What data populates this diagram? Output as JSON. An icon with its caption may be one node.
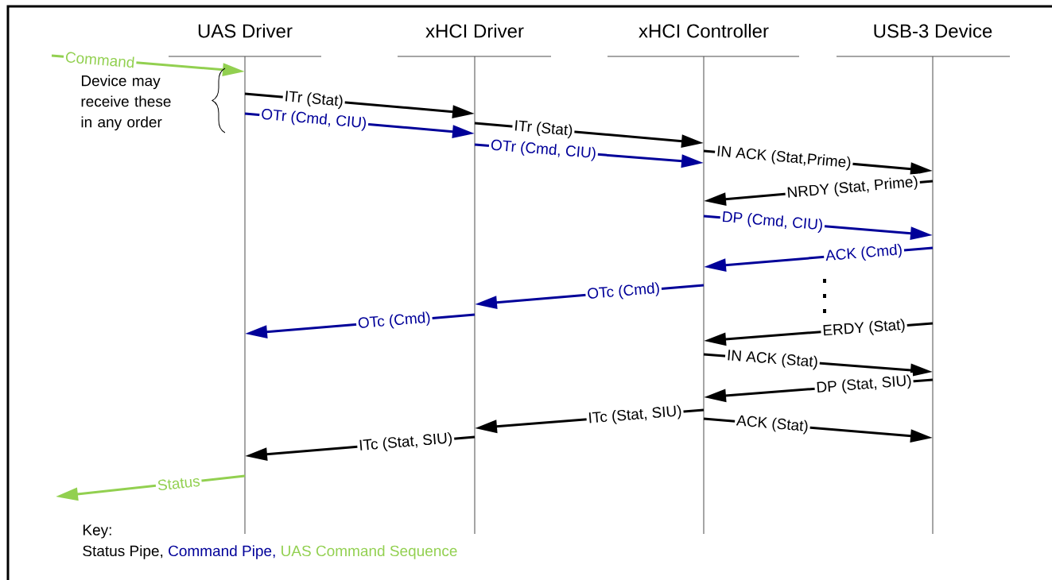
{
  "diagram": {
    "nodes": [
      {
        "text": [
          "UAS Driver"
        ]
      },
      {
        "text": [
          "xHCI Driver"
        ]
      },
      {
        "text": [
          "xHCI Controller"
        ]
      },
      {
        "text": [
          "USB-3 Device"
        ]
      }
    ],
    "edges": [
      {
        "from": null,
        "to": 0,
        "arrow": "to",
        "label": "Command",
        "color": "#92d050"
      },
      {
        "from": 0,
        "to": 1,
        "arrow": "to",
        "label": "ITr (Stat)"
      },
      {
        "from": 0,
        "to": 1,
        "arrow": "to",
        "label": "OTr (Cmd, CIU)",
        "color": "#000099"
      },
      {
        "from": 1,
        "to": 2,
        "arrow": "to",
        "label": "ITr (Stat)"
      },
      {
        "from": 1,
        "to": 2,
        "arrow": "to",
        "label": "OTr (Cmd, CIU)",
        "color": "#000099"
      },
      {
        "from": 2,
        "to": 3,
        "arrow": "to",
        "label": "IN ACK (Stat,Prime)"
      },
      {
        "from": 3,
        "to": 2,
        "arrow": "to",
        "label": "NRDY (Stat, Prime)"
      },
      {
        "from": 2,
        "to": 3,
        "arrow": "to",
        "label": "DP (Cmd, CIU)",
        "color": "#000099"
      },
      {
        "from": 3,
        "to": 2,
        "arrow": "to",
        "label": "ACK (Cmd)",
        "color": "#000099"
      },
      {
        "from": 2,
        "to": 1,
        "arrow": "to",
        "label": "OTc (Cmd)",
        "color": "#000099"
      },
      {
        "from": 1,
        "to": 0,
        "arrow": "to",
        "label": "OTc (Cmd)",
        "color": "#000099"
      },
      {
        "from": 3,
        "to": 2,
        "arrow": "to",
        "label": "ERDY (Stat)"
      },
      {
        "from": 2,
        "to": 3,
        "arrow": "to",
        "label": "IN ACK (Stat)"
      },
      {
        "from": 3,
        "to": 2,
        "arrow": "to",
        "label": "DP (Stat, SIU)"
      },
      {
        "from": 2,
        "to": 1,
        "arrow": "to",
        "label": "ITc (Stat, SIU)"
      },
      {
        "from": 2,
        "to": 3,
        "arrow": "to",
        "label": "ACK (Stat)"
      },
      {
        "from": 1,
        "to": 0,
        "arrow": "to",
        "label": "ITc (Stat, SIU)"
      },
      {
        "from": 0,
        "to": null,
        "arrow": "to",
        "label": "Status",
        "color": "#92d050"
      }
    ],
    "labels": [
      "Device may receive these in any order",
      "Key:"
    ],
    "legend": [
      {
        "text": "Status Pipe,",
        "color": "#000000"
      },
      {
        "text": "Command Pipe,",
        "color": "#000099"
      },
      {
        "text": "UAS Command Sequence",
        "color": "#92d050"
      }
    ]
  }
}
